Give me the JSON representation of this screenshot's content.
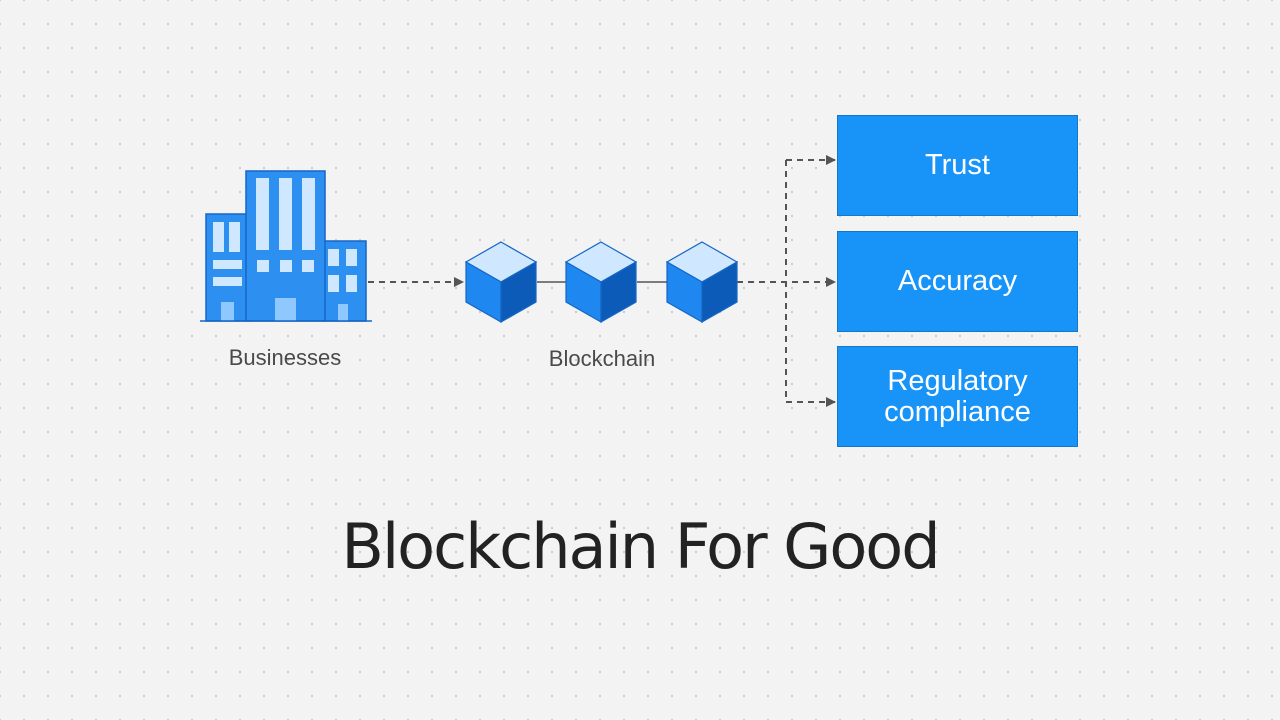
{
  "title": "Blockchain For Good",
  "nodes": {
    "source": {
      "label": "Businesses",
      "icon": "office-buildings-icon"
    },
    "chain": {
      "label": "Blockchain",
      "icon": "block-cube-icon",
      "block_count": 3
    }
  },
  "outcomes": [
    {
      "label": "Trust"
    },
    {
      "label": "Accuracy"
    },
    {
      "label": "Regulatory\ncompliance"
    }
  ],
  "colors": {
    "background": "#f3f3f3",
    "accent": "#1893f8",
    "building": "#2d8ff0",
    "cube_top": "#cfe8ff",
    "cube_left": "#1e88f0",
    "cube_right": "#0d5bb8",
    "connector": "#555555",
    "title": "#222222"
  }
}
